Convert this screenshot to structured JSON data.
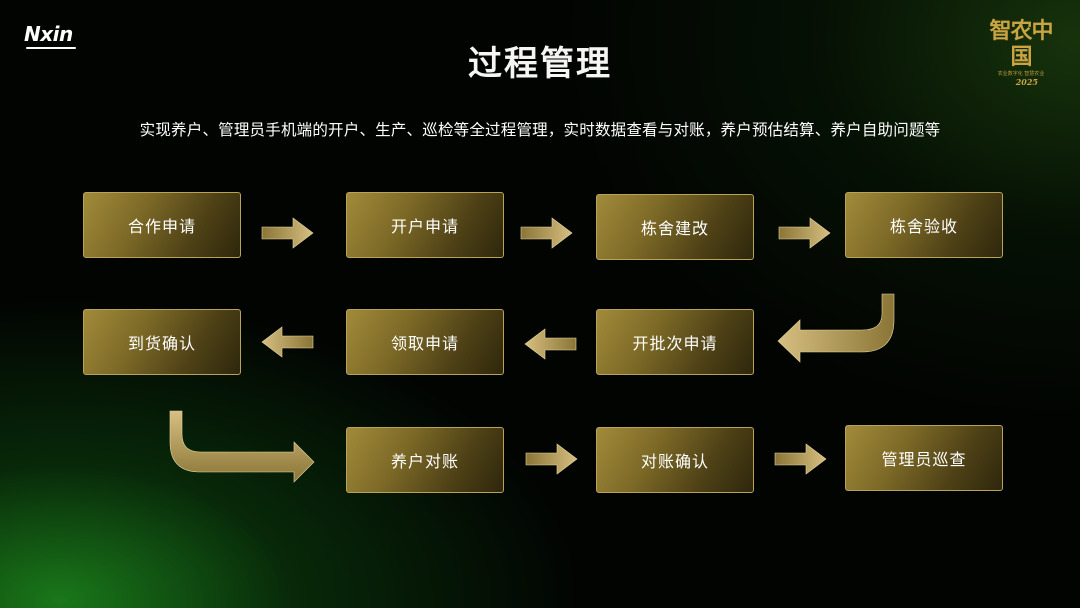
{
  "header": {
    "logo_text": "Nxin",
    "badge_main": "智农中国",
    "badge_sub": "农业数字化 智慧农业",
    "badge_year": "2025"
  },
  "title": "过程管理",
  "subtitle": "实现养户、管理员手机端的开户、生产、巡检等全过程管理，实时数据查看与对账，养户预估结算、养户自助问题等",
  "flow": {
    "row1": [
      "合作申请",
      "开户申请",
      "栋舍建改",
      "栋舍验收"
    ],
    "row2": [
      "到货确认",
      "领取申请",
      "开批次申请"
    ],
    "row3": [
      "养户对账",
      "对账确认",
      "管理员巡查"
    ]
  },
  "colors": {
    "box_border": "#b9a35a",
    "box_gold": "#a18a3a",
    "arrow_gold": "#c9b071",
    "background": "#020402",
    "green_glow": "#1e8c1e"
  }
}
